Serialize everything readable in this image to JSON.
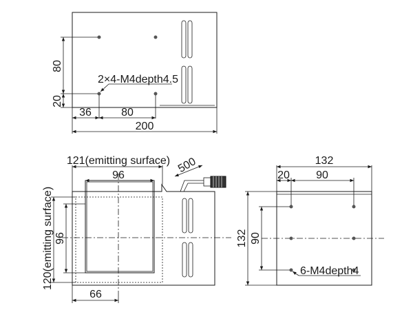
{
  "top_view": {
    "dim_height_80": "80",
    "dim_height_20": "20",
    "dim_width_36": "36",
    "dim_width_80": "80",
    "dim_width_200": "200",
    "hole_label": "2×4-M4depth4.5"
  },
  "front_view": {
    "dim_emitting_width": "121(emitting surface)",
    "dim_inner_96_h": "96",
    "dim_emitting_height": "120(emitting surface)",
    "dim_inner_96_v": "96",
    "dim_66": "66",
    "cable_length": "500"
  },
  "side_view": {
    "dim_132_w": "132",
    "dim_20": "20",
    "dim_90_h": "90",
    "dim_132_h": "132",
    "dim_90_v": "90",
    "hole_label": "6-M4depth4"
  }
}
